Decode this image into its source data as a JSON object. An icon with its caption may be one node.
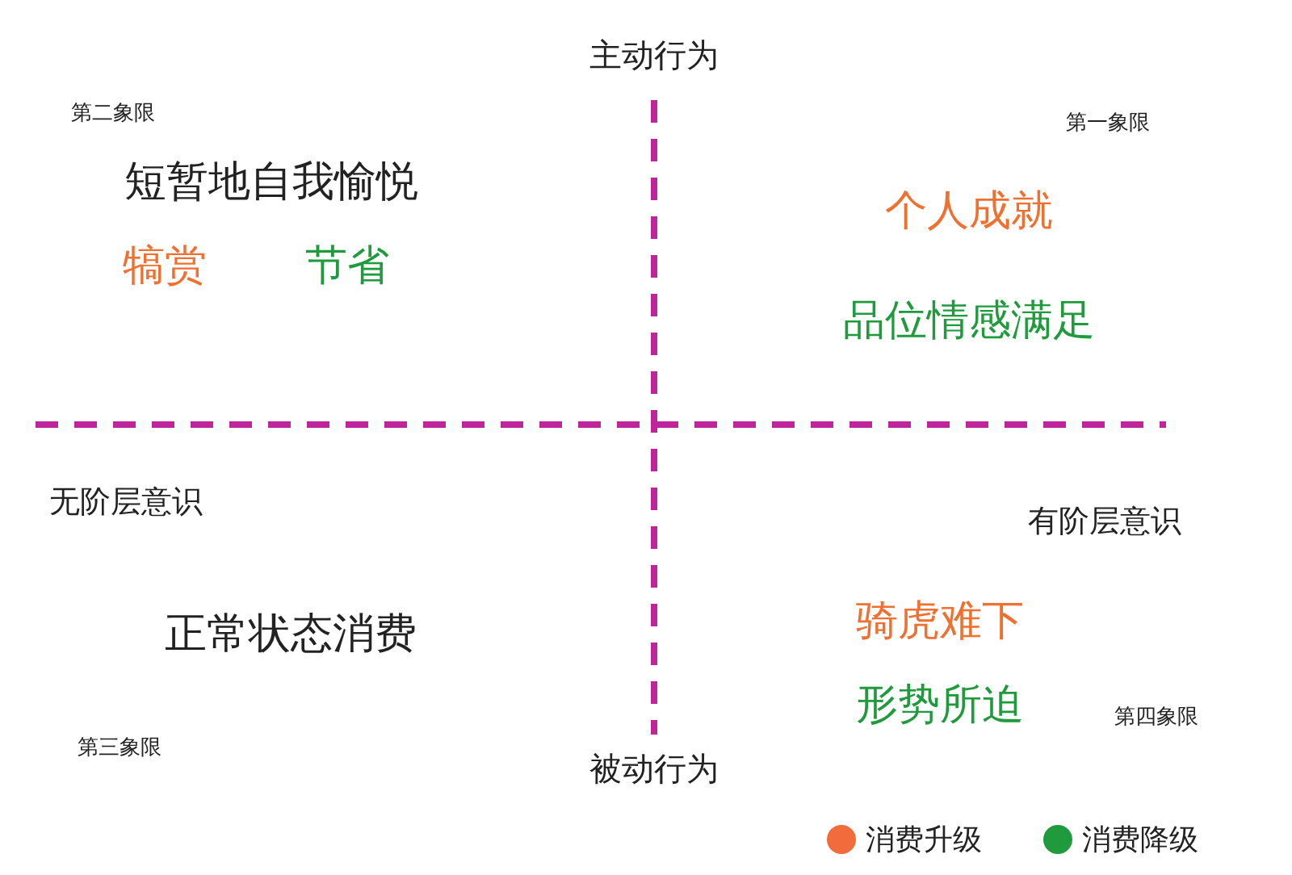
{
  "diagram": {
    "labels": [
      "主动行为",
      "第二象限",
      "第一象限",
      "短暂地自我愉悦",
      "个人成就",
      "犒赏",
      "节省",
      "品位情感满足",
      "无阶层意识",
      "有阶层意识",
      "正常状态消费",
      "骑虎难下",
      "形势所迫",
      "第三象限",
      "第四象限",
      "被动行为"
    ],
    "legend": [
      {
        "text": "消费升级",
        "color": "#f26b3a"
      },
      {
        "text": "消费降级",
        "color": "#1f9a3c"
      }
    ]
  }
}
